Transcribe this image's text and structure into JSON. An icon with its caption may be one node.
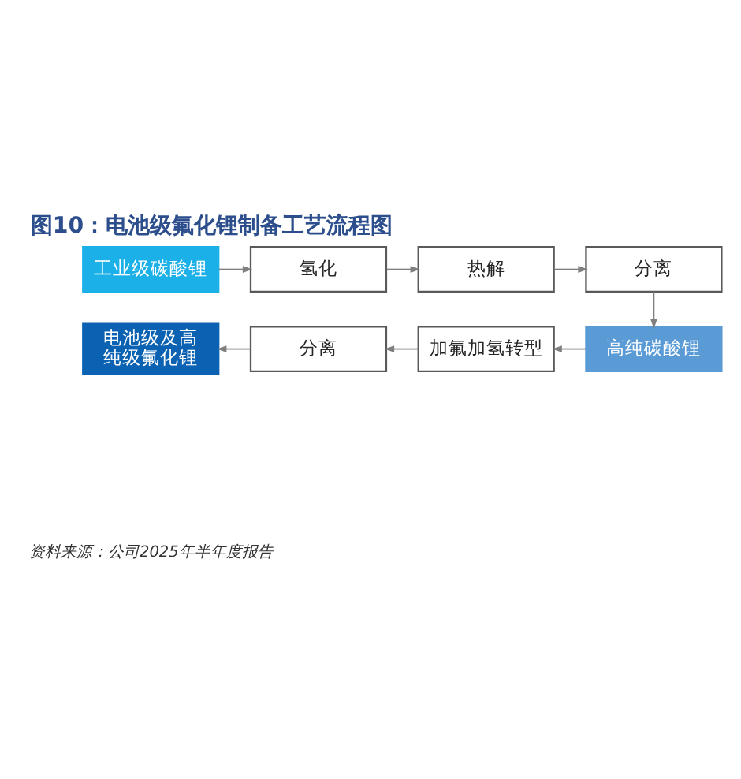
{
  "diagram": {
    "title": "图10：电池级氟化锂制备工艺流程图",
    "caption": "资料来源：公司2025年半年度报告",
    "nodes": [
      {
        "text": [
          "工业级碳酸锂"
        ]
      },
      {
        "text": [
          "氢化"
        ]
      },
      {
        "text": [
          "热解"
        ]
      },
      {
        "text": [
          "分离"
        ]
      },
      {
        "text": [
          "高纯碳酸锂"
        ]
      },
      {
        "text": [
          "加氟加氢转型"
        ]
      },
      {
        "text": [
          "分离"
        ]
      },
      {
        "text": [
          "电池级及高纯级氟化锂"
        ]
      }
    ],
    "edges": [
      {
        "from": 0,
        "to": 1,
        "arrow": "to"
      },
      {
        "from": 1,
        "to": 2,
        "arrow": "to"
      },
      {
        "from": 2,
        "to": 3,
        "arrow": "to"
      },
      {
        "from": 3,
        "to": 4,
        "arrow": "to"
      },
      {
        "from": 4,
        "to": 5,
        "arrow": "to"
      },
      {
        "from": 5,
        "to": 6,
        "arrow": "to"
      },
      {
        "from": 6,
        "to": 7,
        "arrow": "to"
      }
    ]
  }
}
